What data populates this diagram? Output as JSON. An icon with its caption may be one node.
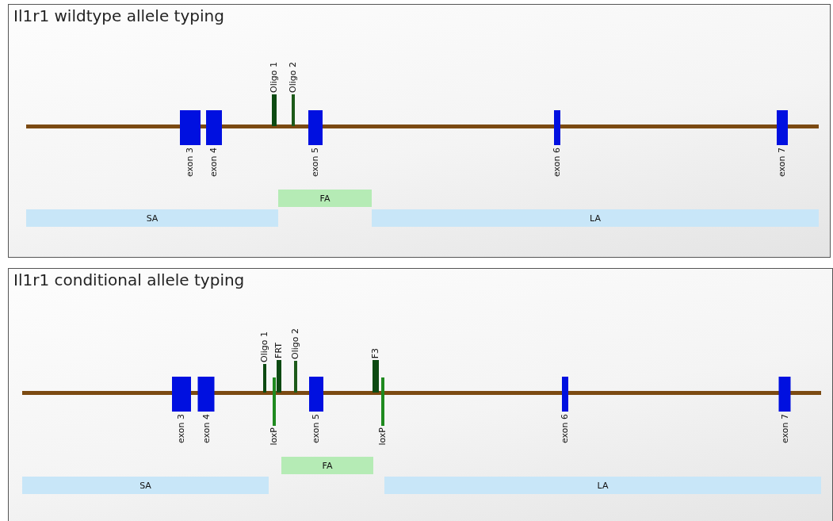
{
  "diagram": {
    "nodes": [
      {
        "text": [
          "Il1r1 wildtype allele typing"
        ]
      },
      {
        "text": [
          "exon 3"
        ],
        "in": 0
      },
      {
        "text": [
          "exon 4"
        ],
        "in": 0
      },
      {
        "text": [
          "Oligo 1"
        ],
        "in": 0
      },
      {
        "text": [
          "Oligo 2"
        ],
        "in": 0
      },
      {
        "text": [
          "exon 5"
        ],
        "in": 0
      },
      {
        "text": [
          "exon 6"
        ],
        "in": 0
      },
      {
        "text": [
          "exon 7"
        ],
        "in": 0
      },
      {
        "text": [
          "FA"
        ],
        "in": 0
      },
      {
        "text": [
          "SA"
        ],
        "in": 0
      },
      {
        "text": [
          "LA"
        ],
        "in": 0
      },
      {
        "text": [
          "Il1r1 conditional allele typing"
        ]
      },
      {
        "text": [
          "exon 3"
        ],
        "in": 11
      },
      {
        "text": [
          "exon 4"
        ],
        "in": 11
      },
      {
        "text": [
          "Oligo 1"
        ],
        "in": 11
      },
      {
        "text": [
          "FRT"
        ],
        "in": 11
      },
      {
        "text": [
          "loxP"
        ],
        "in": 11
      },
      {
        "text": [
          "Oligo 2"
        ],
        "in": 11
      },
      {
        "text": [
          "exon 5"
        ],
        "in": 11
      },
      {
        "text": [
          "F3"
        ],
        "in": 11
      },
      {
        "text": [
          "loxP"
        ],
        "in": 11
      },
      {
        "text": [
          "exon 6"
        ],
        "in": 11
      },
      {
        "text": [
          "exon 7"
        ],
        "in": 11
      },
      {
        "text": [
          "FA"
        ],
        "in": 11
      },
      {
        "text": [
          "SA"
        ],
        "in": 11
      },
      {
        "text": [
          "LA"
        ],
        "in": 11
      }
    ]
  }
}
